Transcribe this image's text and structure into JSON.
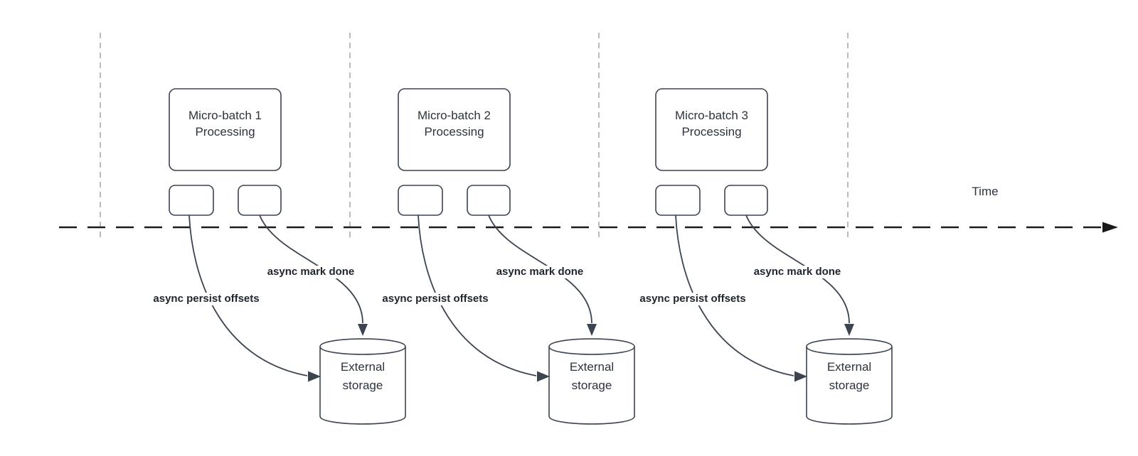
{
  "diagram": {
    "time_label": "Time",
    "groups": [
      {
        "title_line1": "Micro-batch 1",
        "title_line2": "Processing",
        "persist_label": "async persist offsets",
        "done_label": "async mark done",
        "storage_line1": "External",
        "storage_line2": "storage"
      },
      {
        "title_line1": "Micro-batch 2",
        "title_line2": "Processing",
        "persist_label": "async persist offsets",
        "done_label": "async mark done",
        "storage_line1": "External",
        "storage_line2": "storage"
      },
      {
        "title_line1": "Micro-batch 3",
        "title_line2": "Processing",
        "persist_label": "async persist offsets",
        "done_label": "async mark done",
        "storage_line1": "External",
        "storage_line2": "storage"
      }
    ],
    "colors": {
      "shape_stroke": "#3c4450",
      "text": "#2d333d",
      "axis": "#1a1a1a",
      "gridline": "#a6a6a6",
      "background": "#ffffff"
    }
  }
}
